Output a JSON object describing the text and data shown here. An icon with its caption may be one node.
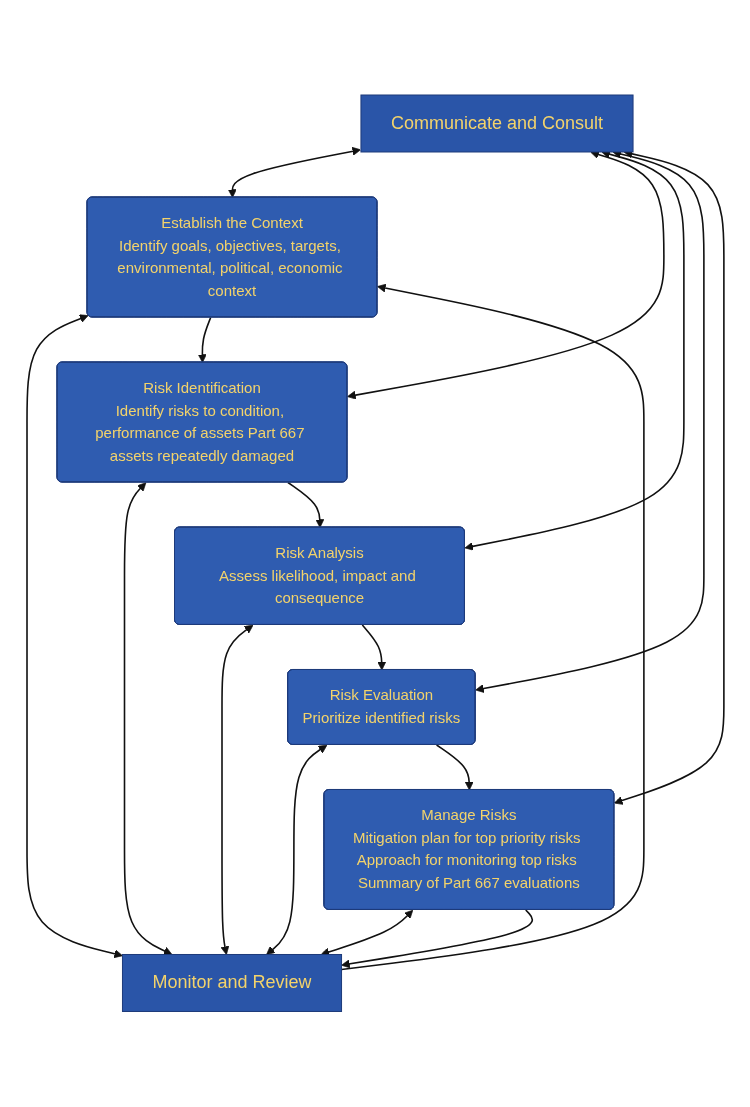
{
  "diagram": {
    "nodes": [
      {
        "text": [
          "Communicate and Consult"
        ]
      },
      {
        "text": [
          "Establish the Context",
          "Identify goals, objectives, targets, environmental, political, economic context"
        ]
      },
      {
        "text": [
          "Risk Identification",
          "Identify risks to condition, performance of assets Part 667 assets repeatedly damaged"
        ]
      },
      {
        "text": [
          "Risk Analysis",
          "Assess likelihood, impact and consequence"
        ]
      },
      {
        "text": [
          "Risk Evaluation",
          "Prioritize identified risks"
        ]
      },
      {
        "text": [
          "Manage Risks",
          "Mitigation plan for top priority risks Approach for monitoring top risks Summary of Part 667 evaluations"
        ]
      },
      {
        "text": [
          "Monitor and Review"
        ]
      }
    ],
    "edges": [
      {
        "from": 0,
        "to": 1,
        "arrow": "both"
      },
      {
        "from": 1,
        "to": 6,
        "arrow": "both"
      },
      {
        "from": 1,
        "to": 2,
        "arrow": "to"
      },
      {
        "from": 0,
        "to": 2,
        "arrow": "both"
      },
      {
        "from": 2,
        "to": 6,
        "arrow": "both"
      },
      {
        "from": 2,
        "to": 3,
        "arrow": "to"
      },
      {
        "from": 0,
        "to": 3,
        "arrow": "both"
      },
      {
        "from": 3,
        "to": 6,
        "arrow": "both"
      },
      {
        "from": 3,
        "to": 4,
        "arrow": "to"
      },
      {
        "from": 0,
        "to": 4,
        "arrow": "both"
      },
      {
        "from": 4,
        "to": 6,
        "arrow": "both"
      },
      {
        "from": 4,
        "to": 5,
        "arrow": "to"
      },
      {
        "from": 0,
        "to": 5,
        "arrow": "both"
      },
      {
        "from": 5,
        "to": 6,
        "arrow": "both"
      },
      {
        "from": 5,
        "to": 6,
        "arrow": "to"
      },
      {
        "from": 6,
        "to": 1,
        "arrow": "to"
      }
    ]
  }
}
